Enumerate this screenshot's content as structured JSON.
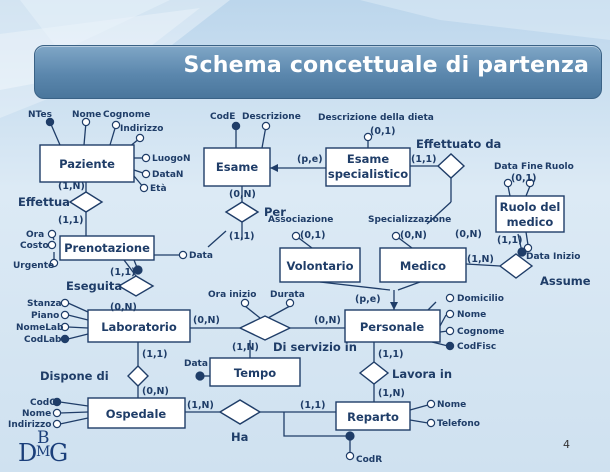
{
  "slide": {
    "title": "Schema concettuale di partenza",
    "page_number": "4",
    "logo": {
      "d": "D",
      "b": "B",
      "m": "M",
      "g": "G"
    }
  },
  "colors": {
    "stroke": "#1f3d68",
    "text": "#1f3d68",
    "box_fill": "#ffffff",
    "banner": "#5b87ad"
  },
  "diagram": {
    "entities": {
      "paziente": "Paziente",
      "esame": "Esame",
      "esame_specialistico": [
        "Esame",
        "specialistico"
      ],
      "prenotazione": "Prenotazione",
      "volontario": "Volontario",
      "medico": "Medico",
      "ruolo_del_medico": [
        "Ruolo del",
        "medico"
      ],
      "laboratorio": "Laboratorio",
      "personale": "Personale",
      "tempo": "Tempo",
      "ospedale": "Ospedale",
      "reparto": "Reparto"
    },
    "relationships": {
      "effettua": "Effettua",
      "per": "Per",
      "effettuato_da": "Effettuato da",
      "eseguita": "Eseguita",
      "assume": "Assume",
      "di_servizio_in": "Di servizio in",
      "dispone_di": "Dispone di",
      "lavora_in": "Lavora in",
      "ha": "Ha"
    },
    "attributes": {
      "ntes": "NTes",
      "nome_paziente": "Nome",
      "cognome_paziente": "Cognome",
      "indirizzo_paziente": "Indirizzo",
      "luogon": "LuogoN",
      "datan": "DataN",
      "eta": "Età",
      "code": "CodE",
      "descrizione": "Descrizione",
      "descrizione_dieta": "Descrizione della dieta",
      "ora": "Ora",
      "costo": "Costo",
      "urgente": "Urgente",
      "data_prenotazione": "Data",
      "associazione": "Associazione",
      "specializzazione": "Specializzazione",
      "data_fine": "Data Fine",
      "ruolo": "Ruolo",
      "data_inizio": "Data Inizio",
      "stanza": "Stanza",
      "piano": "Piano",
      "nomelab": "NomeLab",
      "codlab": "CodLab",
      "ora_inizio": "Ora inizio",
      "durata": "Durata",
      "domicilio": "Domicilio",
      "nome_personale": "Nome",
      "cognome_personale": "Cognome",
      "codfisc": "CodFisc",
      "data_tempo": "Data",
      "codo": "CodO",
      "nome_ospedale": "Nome",
      "indirizzo_ospedale": "Indirizzo",
      "nome_reparto": "Nome",
      "telefono": "Telefono",
      "codr": "CodR"
    },
    "cardinalities": {
      "paziente_effettua": "(1,N)",
      "prenotazione_effettua": "(1,1)",
      "esame_per": "(0,N)",
      "prenotazione_per": "(1,1)",
      "esame_spec_isa": "(p,e)",
      "esame_spec_effettuato": "(1,1)",
      "medico_effettuato": "(0,N)",
      "dieta": "(0,1)",
      "prenotazione_eseguita": "(1,1)",
      "laboratorio_eseguita": "(0,N)",
      "associazione": "(0,1)",
      "specializzazione": "(0,N)",
      "data_fine": "(0,1)",
      "ruolo_assume": "(1,1)",
      "medico_assume": "(1,N)",
      "personale_isa": "(p,e)",
      "laboratorio_servizio": "(0,N)",
      "personale_servizio": "(0,N)",
      "tempo_servizio": "(1,N)",
      "laboratorio_dispone": "(1,1)",
      "ospedale_dispone": "(0,N)",
      "personale_lavora": "(1,1)",
      "reparto_lavora": "(1,N)",
      "ospedale_ha": "(1,N)",
      "reparto_ha": "(1,1)"
    }
  }
}
